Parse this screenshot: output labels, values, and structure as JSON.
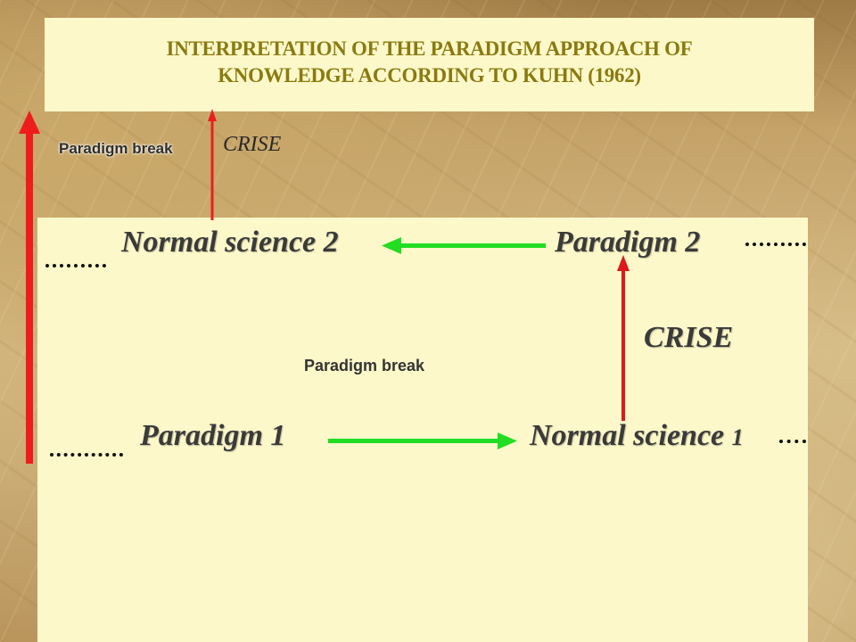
{
  "title": {
    "line1": "INTERPRETATION OF THE PARADIGM APPROACH OF",
    "line2": "KNOWLEDGE ACCORDING TO KUHN (1962)"
  },
  "labels": {
    "paradigm_break_top": "Paradigm break",
    "crise_top": "CRISE",
    "normal_science_2": "Normal science 2",
    "paradigm_2": "Paradigm 2",
    "crise_middle": "CRISE",
    "paradigm_break_middle": "Paradigm break",
    "paradigm_1": "Paradigm 1",
    "normal_science_1_text": "Normal science ",
    "normal_science_1_number": "1"
  },
  "colors": {
    "title_text": "#8a7a10",
    "panel_background": "#fdf8c9",
    "red_arrow": "#ee1c1c",
    "green_arrow": "#22dd22"
  }
}
